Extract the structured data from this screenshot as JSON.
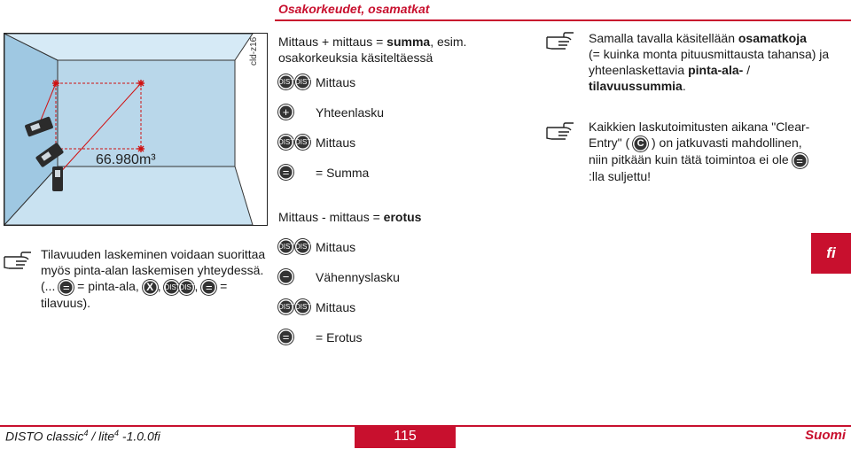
{
  "header": {
    "title": "Osakorkeudet, osamatkat"
  },
  "figure": {
    "id": "cld-z16",
    "display_value": "66.980m³"
  },
  "sum_section": {
    "intro_prefix": "Mittaus + mittaus = ",
    "intro_bold": "summa",
    "intro_suffix": ", esim. osakorkeuksia käsiteltäessä",
    "steps": [
      {
        "label": "Mittaus"
      },
      {
        "label": "Yhteenlasku"
      },
      {
        "label": "Mittaus"
      },
      {
        "label": "= Summa"
      }
    ]
  },
  "note1": {
    "l1_prefix": "Samalla tavalla käsitellään ",
    "l1_bold": "osamatkoja",
    "l2": "(= kuinka monta pituusmittausta tahansa) ja",
    "l3_prefix": "yhteenlaskettavia ",
    "l3_bold": "pinta-ala-",
    "l3_suffix": " /",
    "l4_bold": "tilavuussummia",
    "l4_suffix": "."
  },
  "note2": {
    "l1": "Kaikkien laskutoimitusten aikana \"Clear-",
    "l2_prefix": "Entry\" (",
    "l2_suffix": ") on jatkuvasti mahdollinen,",
    "l3": "niin pitkään kuin tätä toimintoa ei ole",
    "l4": ":lla suljettu!"
  },
  "diff_section": {
    "intro_prefix": "Mittaus - mittaus = ",
    "intro_bold": "erotus",
    "steps": [
      {
        "label": "Mittaus"
      },
      {
        "label": "Vähennyslasku"
      },
      {
        "label": "Mittaus"
      },
      {
        "label": "= Erotus"
      }
    ]
  },
  "note3": {
    "l1": "Tilavuuden laskeminen voidaan suorittaa",
    "l2": "myös pinta-alan laskemisen yhteydessä.",
    "l3_a": "(...",
    "l3_b": "= pinta-ala,",
    "l3_c": ",",
    "l3_d": ",",
    "l3_e": "=",
    "l4": "tilavuus)."
  },
  "keys": {
    "dist": "DIST",
    "clear": "C",
    "x": "X",
    "plus": "+",
    "minus": "−",
    "equals": "="
  },
  "footer": {
    "model_a": "DISTO classic",
    "sup_a": "4",
    "model_b": " / lite",
    "sup_b": "4",
    "model_c": " -1.0.0fi",
    "page": "115",
    "language": "Suomi",
    "lang_tab": "fi"
  }
}
